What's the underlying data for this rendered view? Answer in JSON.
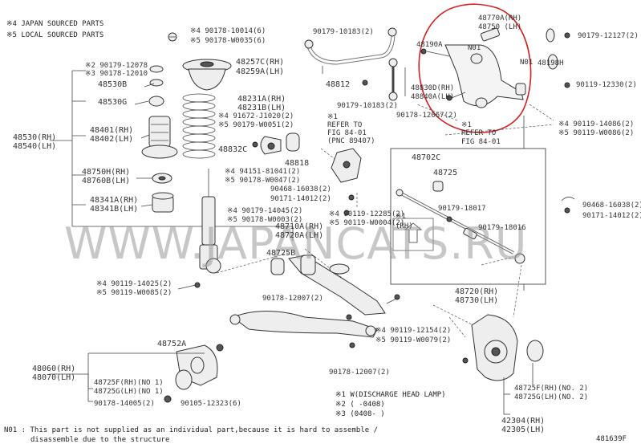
{
  "legend": {
    "note4": "※4 JAPAN SOURCED PARTS",
    "note5": "※5 LOCAL SOURCED PARTS"
  },
  "labels": {
    "p90179_10183a": "90179-10183(2)",
    "p48770a": "48770A(RH)",
    "p48750": "48750 (LH)",
    "p90179_12127": "90179-12127(2)",
    "p90178_10014": "※4 90178-10014(6)",
    "p90178_w0035": "※5 90178-W0035(6)",
    "p48257c": "48257C(RH)",
    "p48259a": "48259A(LH)",
    "p48190a": "48190A",
    "p48198h": "48198H",
    "n01a": "N01",
    "n01b": "N01",
    "p90179_12078": "※2 90179-12078",
    "p90178_12010": "※3 90178-12010",
    "p48530b": "48530B",
    "p48530g": "48530G",
    "p48812": "48812",
    "p48830d": "48830D(RH)",
    "p48840a": "48840A(LH)",
    "p90119_12330": "90119-12330(2)",
    "p48231a": "48231A(RH)",
    "p48231b": "48231B(LH)",
    "p90179_10183b": "90179-10183(2)",
    "p90178_12067a": "90178-12067(2)",
    "p48530": "48530(RH)",
    "p48540": "48540(LH)",
    "p91672_j1020": "※4 91672-J1020(2)",
    "p90179_w0051": "※5 90179-W0051(2)",
    "p48401": "48401(RH)",
    "p48402": "48402(LH)",
    "ref1_star": "※1",
    "ref1_a": "REFER TO",
    "ref1_b": "FIG 84-01",
    "ref1_c": "(PNC 89407)",
    "ref2_star": "※1",
    "ref2_a": "REFER TO",
    "ref2_b": "FIG 84-01",
    "p90119_14086": "※4 90119-14086(2)",
    "p90119_w0086": "※5 90119-W0086(2)",
    "p48832c": "48832C",
    "p48818": "48818",
    "p48702c": "48702C",
    "p48725": "48725",
    "p48750h": "48750H(RH)",
    "p48760b": "48760B(LH)",
    "p94151_81041": "※4 94151-81041(2)",
    "p90178_w0047": "※5 90178-W0047(2)",
    "p90468_16038a": "90468-16038(2)",
    "p90171_14012a": "90171-14012(2)",
    "p90179_18017": "90179-18017",
    "p90468_16038b": "90468-16038(2)",
    "p48341a": "48341A(RH)",
    "p48341b": "48341B(LH)",
    "p90179_14045": "※4 90179-14045(2)",
    "p90178_w0003": "※5 90178-W0003(2)",
    "p90119_12285": "※4 90119-12285(2)",
    "p90119_w0004": "※5 90119-W0004(2)",
    "rh_star": "※1",
    "rh": "(RH)",
    "p90179_18016": "90179-18016",
    "p90171_14012b": "90171-14012(2)",
    "p48710a": "48710A(RH)",
    "p48720a": "48720A(LH)",
    "p48725b": "48725B",
    "p90119_14025": "※4 90119-14025(2)",
    "p90119_w0085": "※5 90119-W0085(2)",
    "p90178_12007a": "90178-12007(2)",
    "p48720": "48720(RH)",
    "p48730": "48730(LH)",
    "p48752a": "48752A",
    "p90119_12154": "※4 90119-12154(2)",
    "p90119_w0079": "※5 90119-W0079(2)",
    "p48060": "48060(RH)",
    "p48070": "48070(LH)",
    "p90178_12007b": "90178-12007(2)",
    "p48725f_a": "48725F(RH)(NO 1)",
    "p48725g_a": "48725G(LH)(NO 1)",
    "p90178_14005": "90178-14005(2)",
    "p90105_12323": "90105-12323(6)",
    "p48725f_b": "48725F(RH)(NO. 2)",
    "p48725g_b": "48725G(LH)(NO. 2)",
    "p42304": "42304(RH)",
    "p42305": "42305(LH)"
  },
  "footnotes": {
    "f1": "※1  W(DISCHARGE HEAD LAMP)",
    "f2": "※2  (      -0408)",
    "f3": "※3  (0408-     )"
  },
  "bottom": {
    "n01_line1": "N01 : This part is not supplied as an individual part,because it is hard to assemble /",
    "n01_line2": "disassemble due to the structure",
    "fig_code": "481639F"
  },
  "watermark": "WWW.JAPANCATS.RU",
  "colors": {
    "highlight": "#d42020",
    "ink": "#333333",
    "watermark": "#9a9a9a"
  }
}
